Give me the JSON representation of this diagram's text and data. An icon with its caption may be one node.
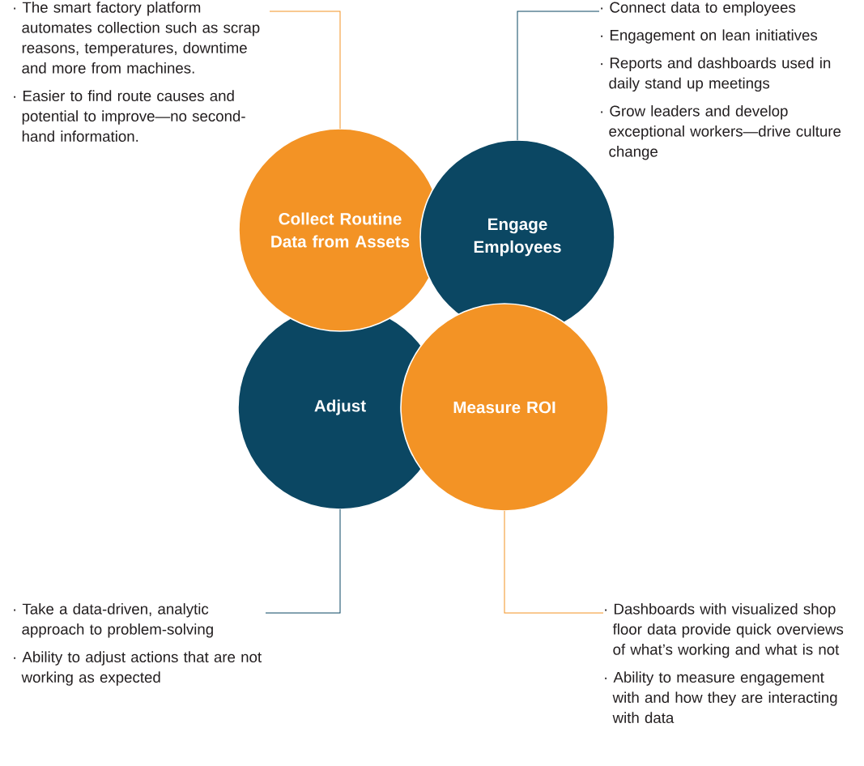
{
  "diagram": {
    "nodes": [
      {
        "text": [
          "· The smart factory platform automates collection such as scrap reasons, temperatures, downtime and more from machines.",
          "· Easier to find route causes and potential to improve—no second-hand information."
        ]
      },
      {
        "text": [
          "· Connect data to employees",
          "· Engagement on lean initiatives",
          "· Reports and dashboards used in daily stand up meetings",
          "· Grow leaders and develop exceptional workers—drive culture change"
        ]
      },
      {
        "text": [
          "Collect Routine Data from Assets"
        ]
      },
      {
        "text": [
          "Engage Employees"
        ]
      },
      {
        "text": [
          "Adjust"
        ]
      },
      {
        "text": [
          "Measure ROI"
        ]
      },
      {
        "text": [
          "· Take a data-driven, analytic approach to problem-solving",
          "· Ability to adjust actions that are not working as expected"
        ]
      },
      {
        "text": [
          "· Dashboards with visualized shop floor data provide quick overviews of what’s working and what is not",
          "· Ability to measure engagement with and how they are interacting with data"
        ]
      }
    ],
    "edges": [
      {
        "from": 0,
        "to": 2,
        "arrow": "none",
        "color": "#f39325"
      },
      {
        "from": 1,
        "to": 3,
        "arrow": "none",
        "color": "#0b4763"
      },
      {
        "from": 6,
        "to": 4,
        "arrow": "none",
        "color": "#0b4763"
      },
      {
        "from": 7,
        "to": 5,
        "arrow": "none",
        "color": "#f39325"
      }
    ]
  }
}
